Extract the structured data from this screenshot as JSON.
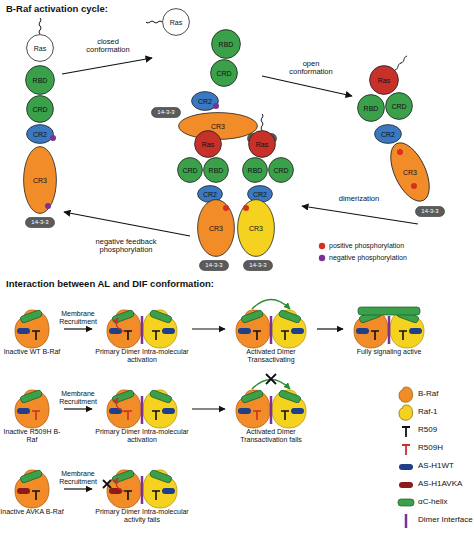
{
  "diagram": {
    "title": "B-Raf activation cycle:",
    "nodes": [
      {
        "text": [
          "Ras"
        ]
      },
      {
        "text": [
          "RBD"
        ]
      },
      {
        "text": [
          "CRD"
        ]
      },
      {
        "text": [
          "CR2"
        ]
      },
      {
        "text": [
          "CR3"
        ]
      },
      {
        "text": [
          "14-3-3"
        ]
      },
      {
        "text": [
          "Ras"
        ]
      },
      {
        "text": [
          "RBD"
        ]
      },
      {
        "text": [
          "CRD"
        ]
      },
      {
        "text": [
          "14-3-3"
        ]
      },
      {
        "text": [
          "CR2"
        ]
      },
      {
        "text": [
          "CR3"
        ]
      },
      {
        "text": [
          "14-3-3"
        ]
      },
      {
        "text": [
          "Ras"
        ]
      },
      {
        "text": [
          "RBD"
        ]
      },
      {
        "text": [
          "CRD"
        ]
      },
      {
        "text": [
          "CR2"
        ]
      },
      {
        "text": [
          "CR3"
        ]
      },
      {
        "text": [
          "14-3-3"
        ]
      },
      {
        "text": [
          "Ras"
        ]
      },
      {
        "text": [
          "Ras"
        ]
      },
      {
        "text": [
          "CRD"
        ]
      },
      {
        "text": [
          "RBD"
        ]
      },
      {
        "text": [
          "RBD"
        ]
      },
      {
        "text": [
          "CRD"
        ]
      },
      {
        "text": [
          "CR2"
        ]
      },
      {
        "text": [
          "CR2"
        ]
      },
      {
        "text": [
          "CR3"
        ]
      },
      {
        "text": [
          "CR3"
        ]
      },
      {
        "text": [
          "14-3-3"
        ]
      },
      {
        "text": [
          "14-3-3"
        ]
      },
      {
        "text": [
          "Inactive WT B-Raf"
        ]
      },
      {
        "text": [
          "Primary Dimer Intra-molecular activation"
        ]
      },
      {
        "text": [
          "Activated Dimer Transactivating"
        ]
      },
      {
        "text": [
          "Fully signaling active"
        ]
      },
      {
        "text": [
          "Inactive R509H B-Raf"
        ]
      },
      {
        "text": [
          "Primary Dimer Intra-molecular activation"
        ]
      },
      {
        "text": [
          "Activated Dimer Transactivation fails"
        ]
      },
      {
        "text": [
          "Inactive AVKA B-Raf"
        ]
      },
      {
        "text": [
          "Primary Dimer Intra-molecular activity fails"
        ]
      }
    ],
    "edges": [
      {
        "from": 31,
        "to": 32,
        "label": "Membrane Recruitment",
        "arrow": "to"
      },
      {
        "from": 32,
        "to": 33,
        "arrow": "to"
      },
      {
        "from": 33,
        "to": 34,
        "arrow": "to"
      },
      {
        "from": 35,
        "to": 36,
        "label": "Membrane Recruitment",
        "arrow": "to"
      },
      {
        "from": 36,
        "to": 37,
        "arrow": "to"
      },
      {
        "from": 38,
        "to": 39,
        "label": "Membrane Recruitment",
        "arrow": "to"
      }
    ],
    "labels": [
      "closed conformation",
      "open conformation",
      "dimerization",
      "negative feedback phosphorylation",
      "Interaction between AL and DIF conformation:"
    ],
    "legend": [
      {
        "text": "positive phosphorylation",
        "color": "#d7301f"
      },
      {
        "text": "negative phosphorylation",
        "color": "#7b3294"
      },
      {
        "text": "B-Raf",
        "color": "#f28c28"
      },
      {
        "text": "Raf-1",
        "color": "#f5d21f"
      },
      {
        "text": "R509"
      },
      {
        "text": "R509H"
      },
      {
        "text": "AS-H1WT",
        "color": "#1f3f8a"
      },
      {
        "text": "AS-H1AVKA",
        "color": "#8e1b1b"
      },
      {
        "text": "αC-helix",
        "color": "#3aa14a"
      },
      {
        "text": "Dimer Interface"
      }
    ]
  }
}
